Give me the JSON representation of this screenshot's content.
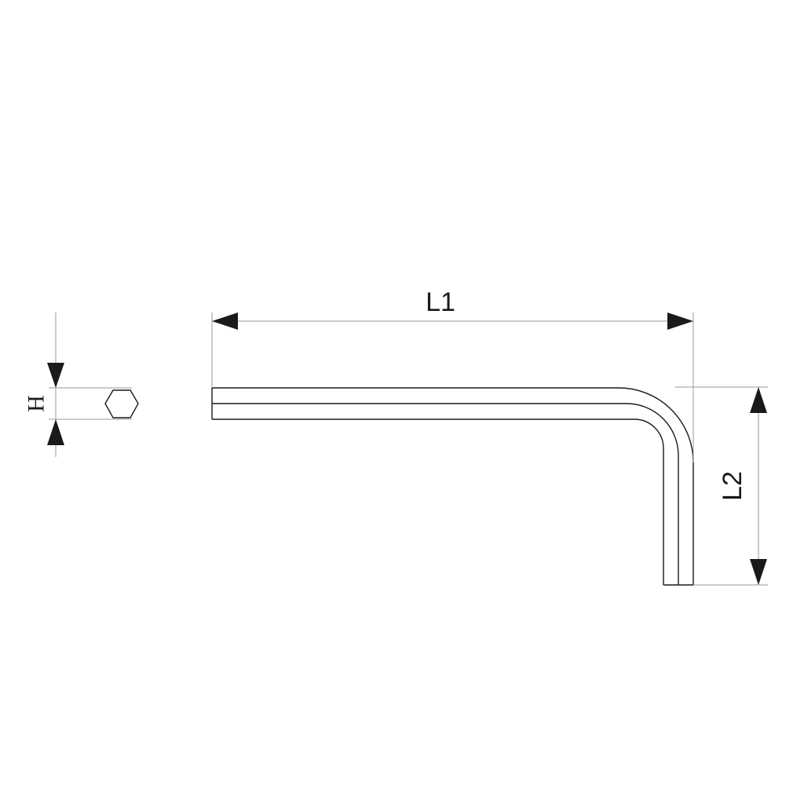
{
  "diagram": {
    "colors": {
      "ink": "#1a1a1a",
      "dimension_line": "#9a9a9a",
      "background": "#ffffff"
    },
    "dimensions": {
      "hex_size_label": "H",
      "long_arm_label": "L1",
      "short_arm_label": "L2"
    }
  }
}
